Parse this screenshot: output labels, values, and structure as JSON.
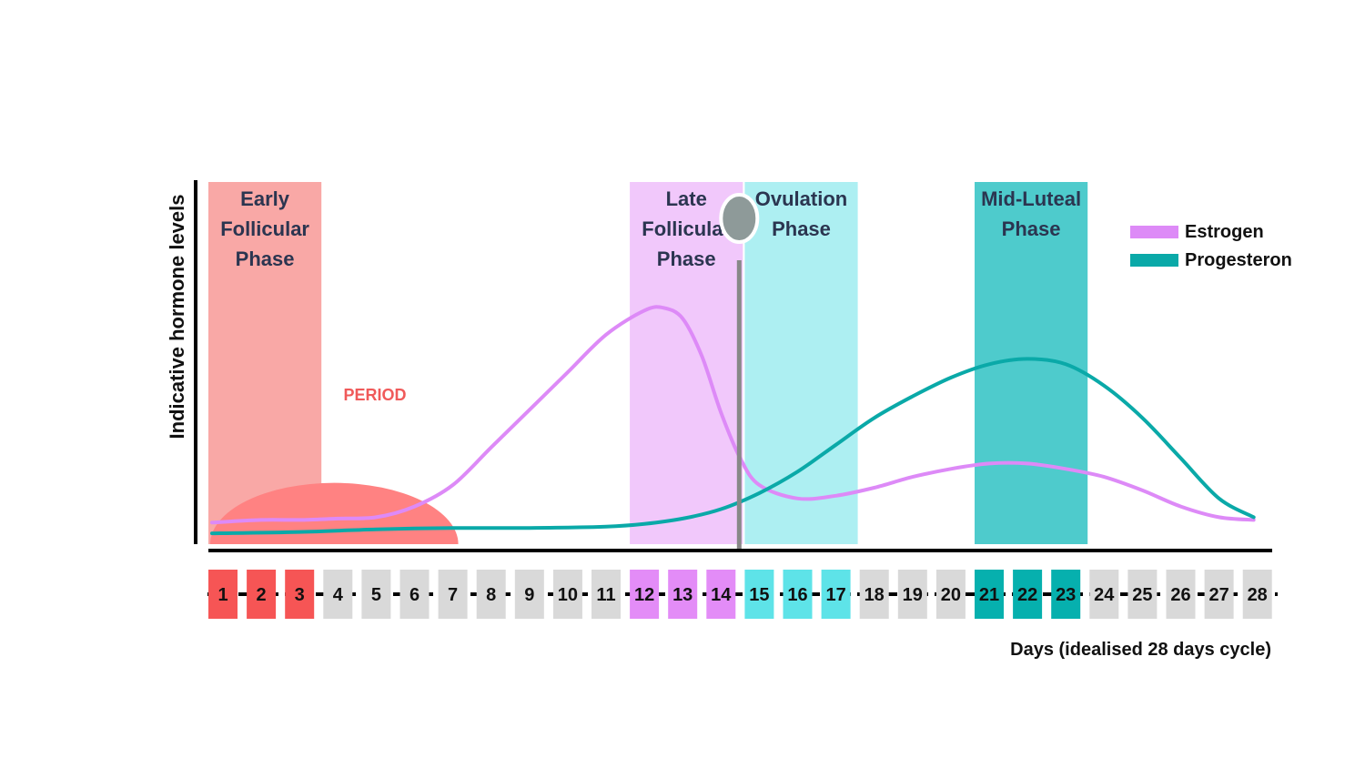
{
  "chart_data": {
    "type": "line",
    "xlabel": "Days (idealised 28 days cycle)",
    "ylabel": "Indicative hormone levels",
    "xlim": [
      1,
      28
    ],
    "ylim": [
      0,
      100
    ],
    "days": [
      "1",
      "2",
      "3",
      "4",
      "5",
      "6",
      "7",
      "8",
      "9",
      "10",
      "11",
      "12",
      "13",
      "14",
      "15",
      "16",
      "17",
      "18",
      "19",
      "20",
      "21",
      "22",
      "23",
      "24",
      "25",
      "26",
      "27",
      "28"
    ],
    "day_groups": [
      {
        "days": [
          1,
          3
        ],
        "color": "#f65555"
      },
      {
        "days": [
          12,
          14
        ],
        "color": "#e38cf7"
      },
      {
        "days": [
          15,
          17
        ],
        "color": "#5ee3e8"
      },
      {
        "days": [
          21,
          23
        ],
        "color": "#06b0ae"
      }
    ],
    "default_day_color": "#d9d9d9",
    "phases": [
      {
        "lines": [
          "Early",
          "Follicular",
          "Phase"
        ],
        "start": 1,
        "end": 3,
        "color": "#f9a8a6"
      },
      {
        "lines": [
          "Late",
          "Follicular",
          "Phase"
        ],
        "start": 12,
        "end": 14,
        "color": "#f1c8fb"
      },
      {
        "lines": [
          "Ovulation",
          "Phase"
        ],
        "start": 15,
        "end": 17,
        "color": "#adeff2"
      },
      {
        "lines": [
          "Mid-Luteal",
          "Phase"
        ],
        "start": 21,
        "end": 23,
        "color": "#4ecbcc"
      }
    ],
    "period": {
      "label": "PERIOD",
      "start": 1,
      "end": 7,
      "peak": 33,
      "color": "#ff8282"
    },
    "ovulation_day": 14.5,
    "series": [
      {
        "name": "Estrogen",
        "color": "#dd8af7",
        "x": [
          1,
          2,
          3,
          4,
          5,
          6,
          7,
          8,
          9,
          10,
          11,
          12,
          12.5,
          13,
          13.5,
          14,
          14.5,
          15,
          16,
          17,
          18,
          19,
          20,
          21,
          22,
          23,
          24,
          25,
          26,
          27,
          28
        ],
        "y": [
          6,
          7,
          7,
          7.5,
          8,
          12,
          20,
          34,
          48,
          62,
          76,
          85,
          86,
          82,
          68,
          47,
          30,
          20,
          15,
          16,
          19,
          23,
          26,
          28,
          28,
          26,
          23,
          18,
          12,
          8,
          7
        ]
      },
      {
        "name": "Progesteron",
        "color": "#0aa9a8",
        "x": [
          1,
          3,
          5,
          7,
          9,
          11,
          12,
          13,
          14,
          15,
          16,
          17,
          18,
          19,
          20,
          21,
          22,
          23,
          24,
          25,
          26,
          27,
          28
        ],
        "y": [
          2,
          2.5,
          3.5,
          4,
          4,
          4.5,
          5.5,
          7.5,
          11,
          17,
          25,
          35,
          45,
          53,
          60,
          65,
          67,
          65,
          57,
          45,
          30,
          15,
          8
        ]
      }
    ],
    "legend": "top-right"
  }
}
